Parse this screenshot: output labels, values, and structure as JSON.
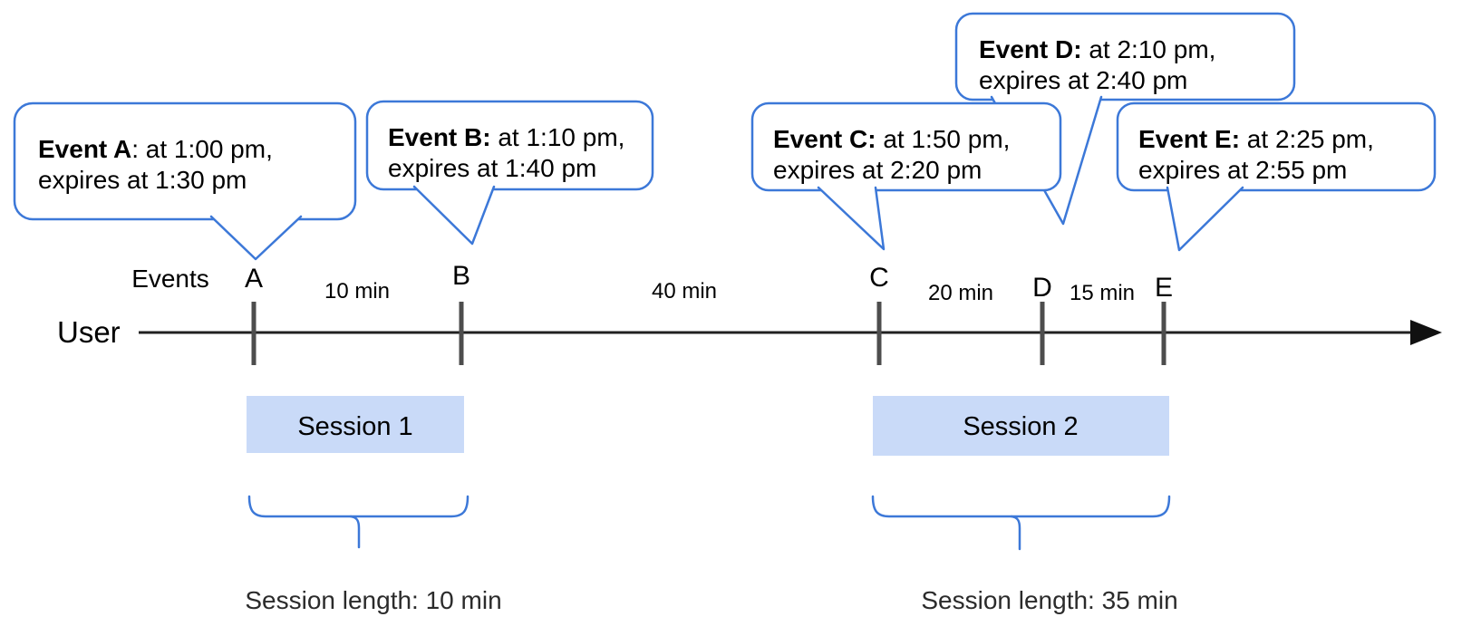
{
  "colors": {
    "accent_blue": "#3c78d8",
    "session_fill": "#c9daf8",
    "axis_black": "#212121",
    "tick_gray": "#4d4d4d"
  },
  "timeline": {
    "axis_label": "User",
    "events_label": "Events"
  },
  "events": [
    {
      "letter": "A",
      "callout_bold": "Event A",
      "callout_rest": ": at 1:00 pm,",
      "callout_line2": "expires at 1:30 pm"
    },
    {
      "letter": "B",
      "callout_bold": "Event B:",
      "callout_rest": " at 1:10 pm,",
      "callout_line2": "expires at 1:40 pm"
    },
    {
      "letter": "C",
      "callout_bold": "Event C:",
      "callout_rest": " at 1:50 pm,",
      "callout_line2": "expires at 2:20 pm"
    },
    {
      "letter": "D",
      "callout_bold": "Event D:",
      "callout_rest": " at 2:10 pm,",
      "callout_line2": "expires at 2:40 pm"
    },
    {
      "letter": "E",
      "callout_bold": "Event E:",
      "callout_rest": " at 2:25 pm,",
      "callout_line2": "expires at 2:55 pm"
    }
  ],
  "intervals": [
    {
      "label": "10 min"
    },
    {
      "label": "40 min"
    },
    {
      "label": "20 min"
    },
    {
      "label": "15 min"
    }
  ],
  "sessions": [
    {
      "label": "Session 1",
      "length": "Session length: 10 min"
    },
    {
      "label": "Session 2",
      "length": "Session length: 35 min"
    }
  ]
}
